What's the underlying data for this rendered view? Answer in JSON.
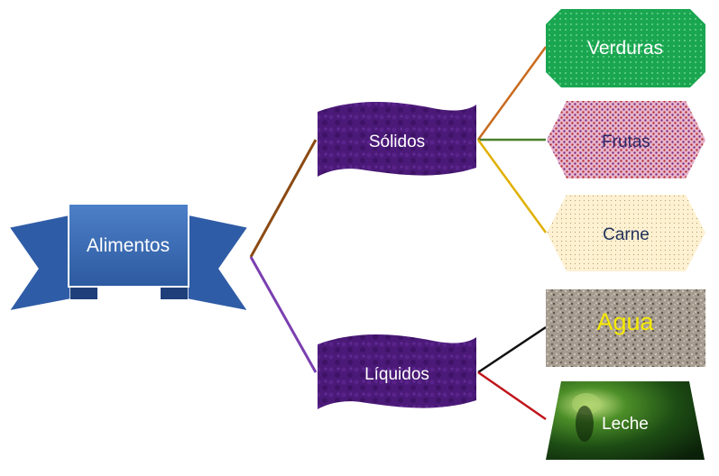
{
  "diagram": {
    "root": {
      "label": "Alimentos",
      "fill": "#3f6fb8",
      "text_color": "#ffffff"
    },
    "branches": [
      {
        "label": "Sólidos",
        "fill": "#4b1a78",
        "text_color": "#ffffff",
        "connector_color": "#8b4a12",
        "children": [
          {
            "label": "Verduras",
            "fill": "#1aa650",
            "text_color": "#ffffff",
            "connector_color": "#c86b1f"
          },
          {
            "label": "Frutas",
            "fill": "#e9b6cf",
            "text_color": "#2d2a6a",
            "connector_color": "#4a7f2a"
          },
          {
            "label": "Carne",
            "fill": "#fdf1d2",
            "text_color": "#1f2f5a",
            "connector_color": "#e0b000"
          }
        ]
      },
      {
        "label": "Líquidos",
        "fill": "#4b1a78",
        "text_color": "#ffffff",
        "connector_color": "#7a3fb0",
        "children": [
          {
            "label": "Agua",
            "fill": "#9d9387",
            "text_color": "#f6ea00",
            "connector_color": "#111111"
          },
          {
            "label": "Leche",
            "fill": "#1f5a18",
            "text_color": "#ffffff",
            "connector_color": "#c0141a"
          }
        ]
      }
    ]
  }
}
